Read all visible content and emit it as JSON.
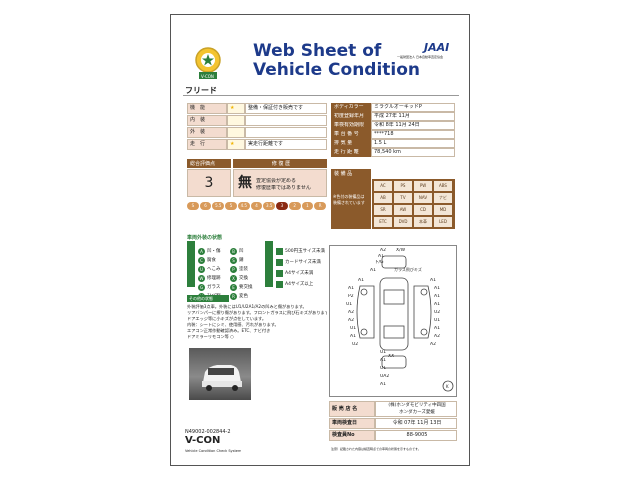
{
  "header": {
    "title_line1": "Web Sheet of",
    "title_line2": "Vehicle Condition",
    "badge_text": "V-CON",
    "jaai_logo": "JAAI",
    "jaai_sub": "一般財団法人 日本自動車査定協会"
  },
  "vehicle_name": "フリード",
  "status_rows": [
    {
      "label": "機　能",
      "stars": "★",
      "text": "整備・保証付き販売です"
    },
    {
      "label": "内　装",
      "stars": "",
      "text": ""
    },
    {
      "label": "外　装",
      "stars": "",
      "text": ""
    },
    {
      "label": "走　行",
      "stars": "★",
      "text": "実走行距離です"
    }
  ],
  "specs": [
    {
      "label": "ボディカラー",
      "value": "ミラクルオーキッドP"
    },
    {
      "label": "初度登録年月",
      "value": "平成 27年 11月"
    },
    {
      "label": "車検有効期限",
      "value": "令和 8年 11月 24日"
    },
    {
      "label": "車 台 番 号",
      "value": "****718"
    },
    {
      "label": "排 気 量",
      "value": "1.5 L"
    },
    {
      "label": "走 行 距 離",
      "value": "78,540 km"
    }
  ],
  "evaluation": {
    "overall_label": "総合評価点",
    "overall_value": "3",
    "repair_label": "修 復 歴",
    "repair_value": "無",
    "repair_note_1": "査定協会が定める",
    "repair_note_2": "修復歴車ではありません",
    "scale": [
      "S",
      "6",
      "5.5",
      "5",
      "4.5",
      "4",
      "3.5",
      "3",
      "2",
      "1",
      "R"
    ],
    "selected": "3"
  },
  "equipment": {
    "label": "装 備 品",
    "note_1": "※色付の装備品は",
    "note_2": "装備されています",
    "items": [
      "AC",
      "PS",
      "PW",
      "ABS",
      "AB",
      "TV",
      "NAV",
      "ナビ",
      "SR",
      "AW",
      "CD",
      "MD",
      "ETC",
      "DVD",
      "本革",
      "LED"
    ]
  },
  "condition_legend": {
    "heading": "車両外装の状態",
    "items_left": [
      {
        "code": "A",
        "text": "凹・傷"
      },
      {
        "code": "B",
        "text": "凹"
      },
      {
        "code": "C",
        "text": "腐食"
      },
      {
        "code": "S",
        "text": "錆"
      },
      {
        "code": "U",
        "text": "へこみ"
      },
      {
        "code": "P",
        "text": "塗装"
      },
      {
        "code": "W",
        "text": "修理跡"
      },
      {
        "code": "X",
        "text": "交換"
      },
      {
        "code": "G",
        "text": "ガラス"
      },
      {
        "code": "E",
        "text": "要交換"
      },
      {
        "code": "Y",
        "text": "ひび割"
      },
      {
        "code": "R",
        "text": "変色"
      }
    ],
    "scale_label": "傷の大きさ",
    "scale_items": [
      "500円玉サイズ未満",
      "カードサイズ未満",
      "A4サイズ未満",
      "A4サイズ以上"
    ]
  },
  "other": {
    "heading": "その他の状態",
    "lines": [
      "外装評価3点車。外装にはU1/U2A1/A2の凹みと傷があります。",
      "リアバンパーに擦り傷があります。フロントガラスに飛び石キズがあります。",
      "ドアエッジ等に小キズが点在しています。",
      "内装：シートにシミ、使用感、汚れがあります。",
      "エアコン正常作動確認済み。ETC、ナビ付き",
      "ドアミラーリモコン等 ○"
    ]
  },
  "diagram": {
    "labels": [
      "A2",
      "X/W",
      "A1",
      "下/G",
      "A1",
      "A1",
      "A1",
      "P2",
      "U1",
      "A2",
      "A2",
      "U1",
      "A1",
      "U2",
      "A1",
      "A1",
      "A1",
      "A1",
      "U2",
      "U1",
      "A1",
      "A2",
      "A2",
      "U1",
      "XX",
      "A1",
      "U1",
      "UA2",
      "A1"
    ],
    "front_note": "ガラス飛びキズ",
    "corner": "K"
  },
  "dealer": {
    "shop_label": "販 売 店 名",
    "shop_value_1": "(株)ホンダモビリティ中四国",
    "shop_value_2": "ホンダカーズ愛媛",
    "inspect_date_label": "車両検査日",
    "inspect_date_value": "令和 07年 11月 13日",
    "inspector_label": "検査員No",
    "inspector_value": "88-9005"
  },
  "footer": {
    "sheet_no": "N49002-002844-2",
    "logo": "V-CON",
    "logo_sub": "Vehicle Condition Check System",
    "notice": "注意）記載された内容は検査時点での車両の状態を示すものです。"
  },
  "colors": {
    "brown": "#8b5a2b",
    "pink": "#f3dccf",
    "green": "#2d7f3c",
    "gold": "#f1b400",
    "selected": "#8b2a12"
  }
}
